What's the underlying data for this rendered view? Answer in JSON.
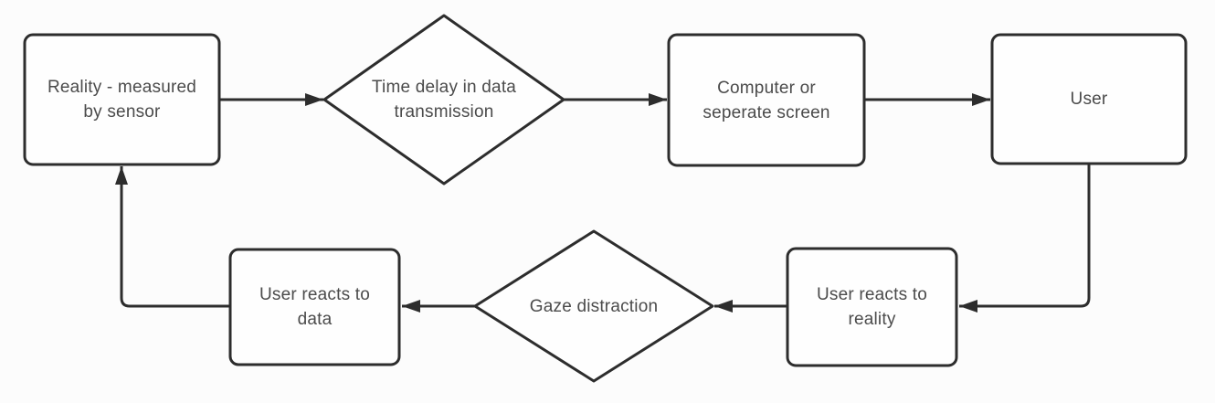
{
  "diagram": {
    "type": "flowchart",
    "colors": {
      "background": "#fcfcfc",
      "node_fill": "#fefefe",
      "stroke": "#2d2d2d",
      "text": "#4b4b4b"
    },
    "nodes": [
      {
        "id": "reality",
        "shape": "rectangle",
        "label": "Reality - measured by sensor"
      },
      {
        "id": "time-delay",
        "shape": "diamond",
        "label": "Time delay in data transmission"
      },
      {
        "id": "computer-screen",
        "shape": "rectangle",
        "label": "Computer or seperate screen"
      },
      {
        "id": "user",
        "shape": "rectangle",
        "label": "User"
      },
      {
        "id": "user-reacts-reality",
        "shape": "rectangle",
        "label": "User reacts to reality"
      },
      {
        "id": "gaze-distraction",
        "shape": "diamond",
        "label": "Gaze distraction"
      },
      {
        "id": "user-reacts-data",
        "shape": "rectangle",
        "label": "User reacts to data"
      }
    ],
    "edges": [
      {
        "from": "reality",
        "to": "time-delay"
      },
      {
        "from": "time-delay",
        "to": "computer-screen"
      },
      {
        "from": "computer-screen",
        "to": "user"
      },
      {
        "from": "user",
        "to": "user-reacts-reality"
      },
      {
        "from": "user-reacts-reality",
        "to": "gaze-distraction"
      },
      {
        "from": "gaze-distraction",
        "to": "user-reacts-data"
      },
      {
        "from": "user-reacts-data",
        "to": "reality"
      }
    ]
  }
}
